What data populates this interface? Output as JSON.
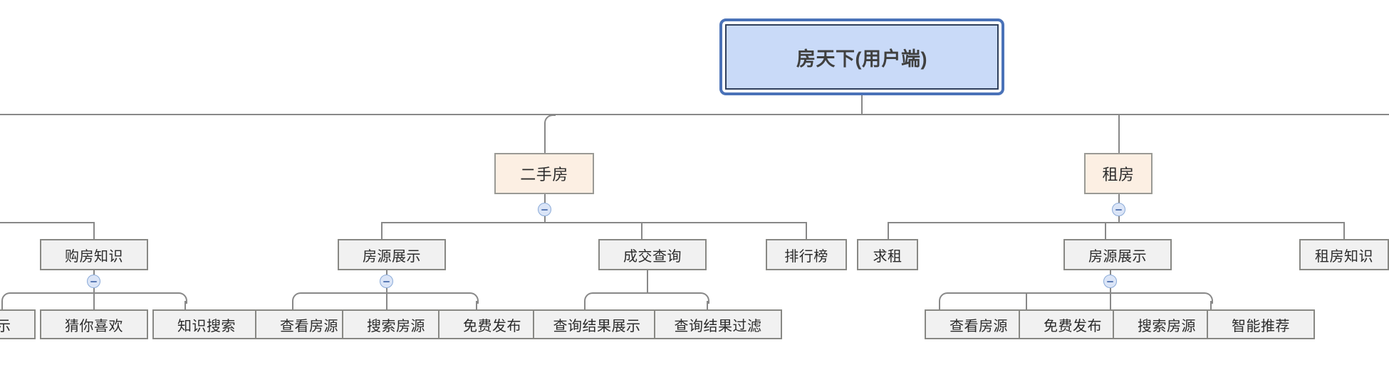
{
  "diagram": {
    "type": "mindmap-tree",
    "title": "房天下(用户端)",
    "orientation": "top-down",
    "colors": {
      "root_fill": "#c9daf8",
      "root_outer_border": "#4a72b8",
      "root_inner_border": "#2f3f5c",
      "level2_fill": "#fcefe3",
      "level2_border": "#9a9a95",
      "leaf_fill": "#f1f1f1",
      "leaf_border": "#888884",
      "connector": "#888888",
      "toggle_fill": "#dbe5f7",
      "toggle_border": "#8aaad8",
      "text": "#2b2b2b"
    },
    "root": {
      "label": "房天下(用户端)"
    },
    "level2": [
      {
        "id": "ershoufang",
        "label": "二手房"
      },
      {
        "id": "zufang",
        "label": "租房"
      }
    ],
    "level3": [
      {
        "id": "gou-fang-zhishi",
        "label": "购房知识",
        "parent": "clipped-branch"
      },
      {
        "id": "fangyuan-zhanshi-ershou",
        "label": "房源展示",
        "parent": "ershoufang"
      },
      {
        "id": "chengjiao-chaxun",
        "label": "成交查询",
        "parent": "ershoufang"
      },
      {
        "id": "paihangbang",
        "label": "排行榜",
        "parent": "ershoufang"
      },
      {
        "id": "qiuzu",
        "label": "求租",
        "parent": "zufang"
      },
      {
        "id": "fangyuan-zhanshi-zufang",
        "label": "房源展示",
        "parent": "zufang"
      },
      {
        "id": "zufang-zhishi",
        "label": "租房知识",
        "parent": "zufang"
      }
    ],
    "level4": [
      {
        "id": "zhanshi-clipped",
        "label": "展示",
        "parent": "gou-fang-zhishi"
      },
      {
        "id": "caini-xihuan",
        "label": "猜你喜欢",
        "parent": "gou-fang-zhishi"
      },
      {
        "id": "zhishi-sousuo",
        "label": "知识搜索",
        "parent": "gou-fang-zhishi"
      },
      {
        "id": "chakan-fangyuan-1",
        "label": "查看房源",
        "parent": "fangyuan-zhanshi-ershou"
      },
      {
        "id": "sousuo-fangyuan-1",
        "label": "搜索房源",
        "parent": "fangyuan-zhanshi-ershou"
      },
      {
        "id": "mianfei-fabu-1",
        "label": "免费发布",
        "parent": "fangyuan-zhanshi-ershou"
      },
      {
        "id": "chaxun-jieguo-zhanshi",
        "label": "查询结果展示",
        "parent": "chengjiao-chaxun"
      },
      {
        "id": "chaxun-jieguo-guolv",
        "label": "查询结果过滤",
        "parent": "chengjiao-chaxun"
      },
      {
        "id": "chakan-fangyuan-2",
        "label": "查看房源",
        "parent": "fangyuan-zhanshi-zufang"
      },
      {
        "id": "mianfei-fabu-2",
        "label": "免费发布",
        "parent": "fangyuan-zhanshi-zufang"
      },
      {
        "id": "sousuo-fangyuan-2",
        "label": "搜索房源",
        "parent": "fangyuan-zhanshi-zufang"
      },
      {
        "id": "zhineng-tuijian",
        "label": "智能推荐",
        "parent": "fangyuan-zhanshi-zufang"
      }
    ],
    "toggles": [
      {
        "id": "toggle-ershoufang",
        "state": "expanded",
        "glyph": "minus-circle-icon"
      },
      {
        "id": "toggle-zufang",
        "state": "expanded",
        "glyph": "minus-circle-icon"
      },
      {
        "id": "toggle-gou-fang-zhishi",
        "state": "expanded",
        "glyph": "minus-circle-icon"
      },
      {
        "id": "toggle-fangyuan-ershou",
        "state": "expanded",
        "glyph": "minus-circle-icon"
      },
      {
        "id": "toggle-fangyuan-zufang",
        "state": "expanded",
        "glyph": "minus-circle-icon"
      }
    ]
  }
}
